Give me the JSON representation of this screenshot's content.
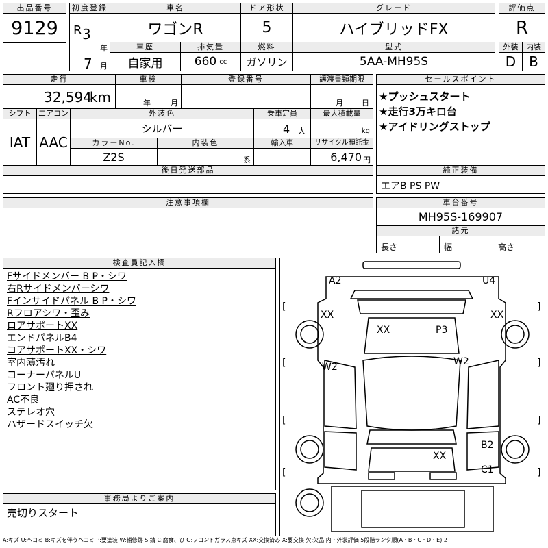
{
  "lot": {
    "label": "出品番号",
    "value": "9129"
  },
  "first_reg": {
    "label": "初度登録",
    "era": "R",
    "year": "3",
    "year_unit": "年",
    "month": "7",
    "month_unit": "月"
  },
  "car_name": {
    "label": "車名",
    "value": "ワゴンR"
  },
  "door": {
    "label": "ドア形状",
    "value": "5"
  },
  "grade": {
    "label": "グレード",
    "value": "ハイブリッドFX"
  },
  "score": {
    "label": "評価点",
    "value": "R"
  },
  "history": {
    "label": "車歴",
    "value": "自家用"
  },
  "displacement": {
    "label": "排気量",
    "value": "660",
    "unit": "cc"
  },
  "fuel": {
    "label": "燃料",
    "value": "ガソリン"
  },
  "model": {
    "label": "型式",
    "value": "5AA-MH95S"
  },
  "ext_int": {
    "ext_label": "外装",
    "int_label": "内装",
    "ext": "D",
    "int": "B"
  },
  "mileage": {
    "label": "走行",
    "value": "32,594",
    "unit": "km"
  },
  "inspection": {
    "label": "車検",
    "year_unit": "年",
    "month_unit": "月"
  },
  "reg_no": {
    "label": "登録番号",
    "value": ""
  },
  "transfer": {
    "label": "譲渡書類期限",
    "month_unit": "月",
    "day_unit": "日"
  },
  "shift": {
    "label": "シフト",
    "value": "IAT"
  },
  "aircon": {
    "label": "エアコン",
    "value": "AAC"
  },
  "ext_color": {
    "label": "外装色",
    "value": "シルバー"
  },
  "capacity": {
    "label": "乗車定員",
    "value": "4",
    "unit": "人"
  },
  "max_load": {
    "label": "最大積載量",
    "unit": "kg"
  },
  "color_no": {
    "label": "カラーNo.",
    "value": "Z2S"
  },
  "int_color": {
    "label": "内装色",
    "unit": "系"
  },
  "import": {
    "label": "輸入車"
  },
  "recycle": {
    "label": "リサイクル預託金",
    "value": "6,470",
    "unit": "円"
  },
  "later_parts": {
    "label": "後日発送部品"
  },
  "sales_points": {
    "label": "セールスポイント",
    "items": [
      "★プッシュスタート",
      "★走行3万キロ台",
      "★アイドリングストップ"
    ]
  },
  "equipment": {
    "label": "純正装備",
    "value": "エアB PS PW"
  },
  "caution": {
    "label": "注意事項欄"
  },
  "chassis": {
    "label": "車台番号",
    "value": "MH95S-169907"
  },
  "dimensions": {
    "label": "諸元",
    "length": "長さ",
    "width": "幅",
    "height": "高さ"
  },
  "inspector": {
    "label": "検査員記入欄",
    "lines": [
      "Fサイドメンバー B P・シワ",
      "右Rサイドメンバーシワ",
      "Fインサイドパネル B P・シワ",
      "Rフロアシワ・歪み",
      "ロアサポートXX",
      "エンドパネルB4",
      "コアサポートXX・シワ",
      "室内薄汚れ",
      "コーナーパネルU",
      "フロント廻り押され",
      "AC不良",
      "ステレオ穴",
      "ハザードスイッチ欠"
    ]
  },
  "diagram_marks": {
    "a2": "A2",
    "u4": "U4",
    "xx_lf": "XX",
    "xx_rf": "XX",
    "xx_hood": "XX",
    "p3": "P3",
    "w2_l": "W2",
    "w2_r": "W2",
    "xx_trunk": "XX",
    "b2": "B2",
    "c1": "C1",
    "br1": "[",
    "br2": "]",
    "br3": "[",
    "br4": "]",
    "br5": "[",
    "br6": "]",
    "br7": "[",
    "br8": "]"
  },
  "office": {
    "label": "事務局よりご案内",
    "value": "売切りスタート"
  },
  "legend": "A:キズ U:ヘコミ B:キズを伴うヘコミ P:要塗装 W:補修跡 S:錆 C:腐食、ひ G:フロントガラス点キズ XX:交換済み X:要交換 欠:欠品 内・外装評価 5段階ランク順(A・B・C・D・E) 2"
}
